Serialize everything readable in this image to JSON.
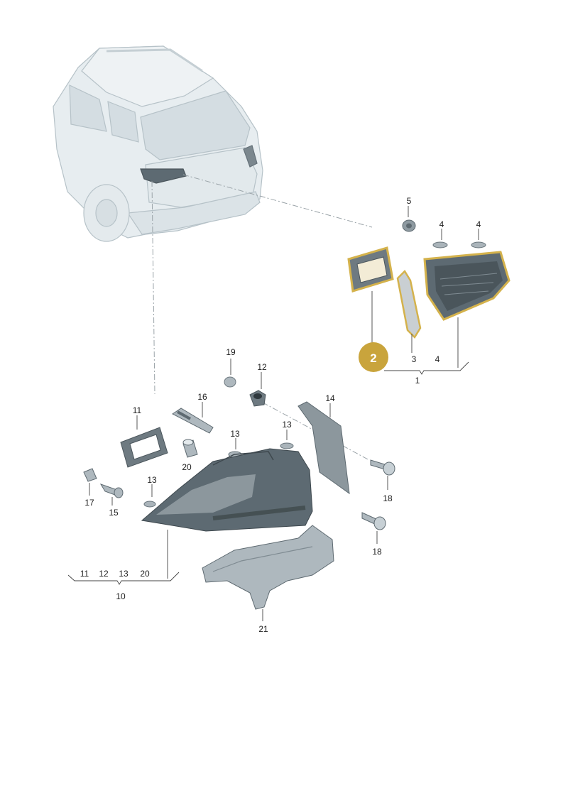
{
  "callouts": {
    "c1": "1",
    "c2": "2",
    "c3": "3",
    "c4a": "4",
    "c4b": "4",
    "c4c": "4",
    "c5": "5",
    "c10": "10",
    "c11": "11",
    "c12": "12",
    "c13a": "13",
    "c13b": "13",
    "c13c": "13",
    "c14": "14",
    "c15": "15",
    "c16": "16",
    "c17": "17",
    "c18a": "18",
    "c18b": "18",
    "c19": "19",
    "c20": "20",
    "c21": "21"
  },
  "group_10_items": [
    "11",
    "12",
    "13",
    "20"
  ],
  "highlight_badge": {
    "label": "2",
    "color": "#c9a43c"
  },
  "colors": {
    "highlight_outline": "#d4b24c",
    "lamp_dark": "#5d6a72",
    "vehicle": "#dfe6ea"
  }
}
